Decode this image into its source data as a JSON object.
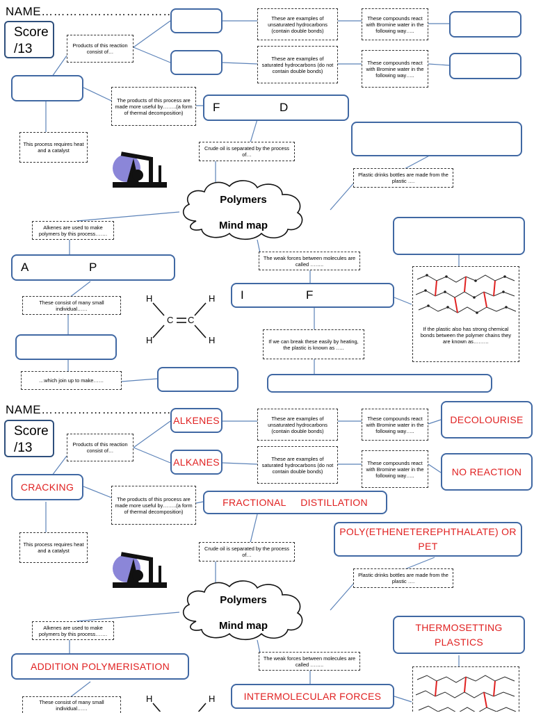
{
  "worksheet": {
    "name_label": "NAME……………………………",
    "score_label": "Score",
    "score_total": "/13",
    "notes": {
      "products": "Products of this reaction consist of…",
      "unsaturated": "These are examples of unsaturated hydrocarbons (contain double bonds)",
      "saturated": "These are examples of saturated hydrocarbons (do not contain double bonds)",
      "bromine_1": "These compounds react with Bromine water in the following way…..",
      "bromine_2": "These compounds react with Bromine water in the following way…..",
      "useful": "The products of this process are made more useful by……..(a form of thermal decomposition)",
      "heat": "This process requires heat and a catalyst",
      "crude": "Crude oil is separated by the process of…",
      "bottles": "Plastic drinks bottles are made from the plastic ….",
      "alkenes_used": "Alkenes are used to make polymers by this process…….",
      "weak_forces": "The weak forces between molecules are called ……..",
      "strong_bonds": "If the plastic also has strong chemical bonds between the polymer chains they are known as………",
      "small": "These consist of many small individual……",
      "join": "…which join up to make……",
      "heating": "If we can break these easily by heating, the plastic is known as ….."
    },
    "cloud_title": "Polymers",
    "cloud_subtitle": "Mind map",
    "blank": {
      "fd_left": "F",
      "fd_right": "D",
      "ap_left": "A",
      "ap_right": "P",
      "if_left": "I",
      "if_right": "F"
    },
    "answers": {
      "alkenes": "ALKENES",
      "alkanes": "ALKANES",
      "decolourise": "DECOLOURISE",
      "no_reaction": "NO REACTION",
      "cracking": "CRACKING",
      "fractional_distillation": "FRACTIONAL     DISTILLATION",
      "pet": "POLY(ETHENETEREPHTHALATE) OR PET",
      "thermosetting": "THERMOSETTING PLASTICS",
      "addition": "ADDITION POLYMERISATION",
      "intermolecular": "INTERMOLECULAR FORCES"
    },
    "molecule": {
      "h": "H",
      "c": "C"
    }
  }
}
